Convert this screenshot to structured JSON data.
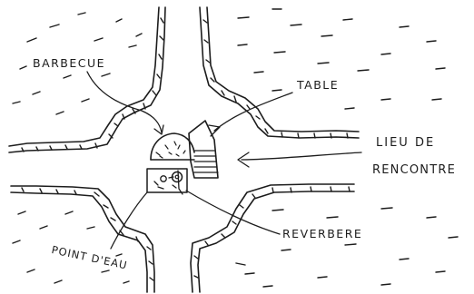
{
  "labels": {
    "barbecue": "BARBECUE",
    "table": "TABLE",
    "lieu_line1": "LIEU DE",
    "lieu_line2": "RENCONTRE",
    "reverbere": "REVERBERE",
    "point_eau": "POINT D'EAU"
  },
  "colors": {
    "ink": "#1c1c1c",
    "paper": "#ffffff"
  }
}
